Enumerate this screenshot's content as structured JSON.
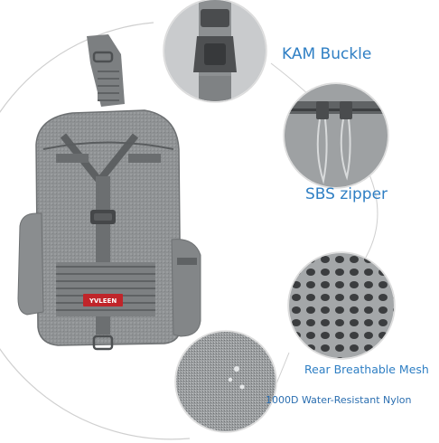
{
  "callouts": {
    "kam_buckle": "KAM Buckle",
    "sbs_zipper": "SBS zipper",
    "mesh": "Rear Breathable Mesh",
    "nylon": "1000D Water-Resistant Nylon"
  },
  "brand_patch": "YVLEEN",
  "colors": {
    "label_blue": "#2f7fc4",
    "bag_gray": "#8c8f90",
    "strap_gray": "#7d8082",
    "outline_gray": "#bdbdbd",
    "patch_red": "#c0252a"
  }
}
